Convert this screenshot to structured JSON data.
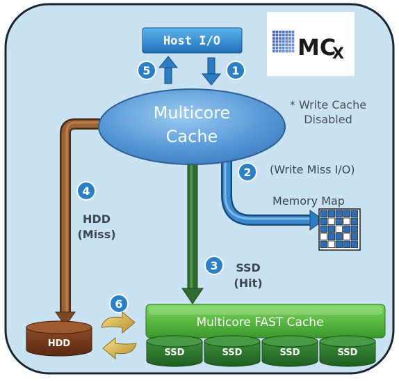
{
  "host_io": {
    "label": "Host I/O"
  },
  "logo": {
    "text": "MC",
    "sub": "X"
  },
  "cache": {
    "line1": "Multicore",
    "line2": "Cache"
  },
  "note": {
    "line1": "* Write Cache",
    "line2": "Disabled"
  },
  "steps": {
    "s1": "1",
    "s2": "2",
    "s3": "3",
    "s4": "4",
    "s5": "5",
    "s6": "6"
  },
  "write_miss": {
    "label": "(Write Miss I/O)"
  },
  "memory_map": {
    "label": "Memory Map"
  },
  "hdd_path": {
    "line1": "HDD",
    "line2": "(Miss)"
  },
  "ssd_path": {
    "line1": "SSD",
    "line2": "(Hit)"
  },
  "hdd": {
    "label": "HDD"
  },
  "fast_cache": {
    "label": "Multicore FAST Cache"
  },
  "ssds": [
    "SSD",
    "SSD",
    "SSD",
    "SSD"
  ],
  "colors": {
    "panel_bg": "#c9e3f2",
    "panel_border": "#1b2433",
    "step_badge": "#2b7fc4",
    "hdd_arrow": "#7a4a28",
    "ssd_arrow": "#2e6b2e",
    "blue_arrow": "#2c7cc3",
    "fast_cache": "#4caf3b",
    "ssd_drum": "#2f7a2f"
  }
}
